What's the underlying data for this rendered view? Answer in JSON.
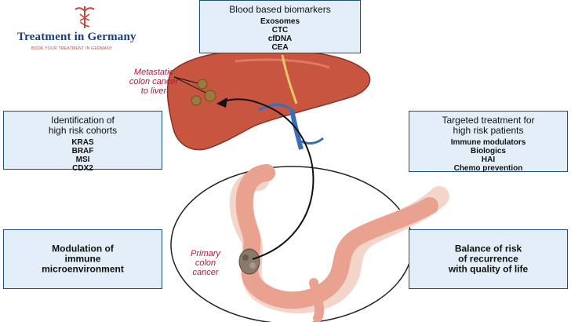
{
  "logo": {
    "brand": "Treatment in Germany",
    "tagline": "BOOK YOUR TREATMENT IN GERMANY",
    "icon": "caduceus-icon",
    "colors": {
      "brand": "#1b3c78",
      "accent": "#c9443c"
    }
  },
  "boxes": {
    "top": {
      "title": "Blood based biomarkers",
      "items": [
        "Exosomes",
        "CTC",
        "cfDNA",
        "CEA"
      ]
    },
    "left_upper": {
      "title_lines": [
        "Identification of",
        "high risk cohorts"
      ],
      "items": [
        "KRAS",
        "BRAF",
        "MSI",
        "CDX2"
      ]
    },
    "right_upper": {
      "title_lines": [
        "Targeted treatment for",
        "high risk patients"
      ],
      "items": [
        "Immune modulators",
        "Biologics",
        "HAI",
        "Chemo prevention"
      ]
    },
    "left_lower": {
      "lines": [
        "Modulation of",
        "immune",
        "microenvironment"
      ]
    },
    "right_lower": {
      "lines": [
        "Balance of risk",
        "of recurrence",
        "with quality of life"
      ]
    }
  },
  "labels": {
    "metastatic": [
      "Metastatic",
      "colon cancer",
      "to liver"
    ],
    "primary": [
      "Primary",
      "colon",
      "cancer"
    ]
  },
  "colors": {
    "box_fill": "#e3eef8",
    "box_border": "#1e4e7e",
    "liver": "#c8553f",
    "colon": "#e9a28f",
    "label_red": "#b31a38"
  }
}
